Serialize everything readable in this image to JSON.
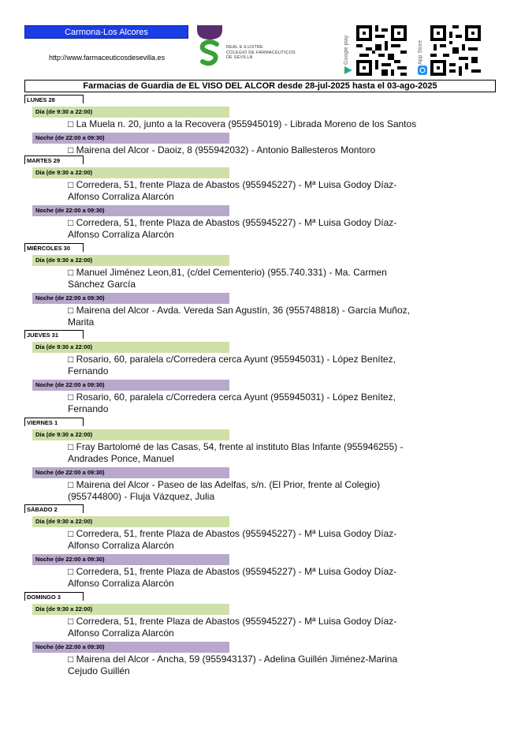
{
  "header": {
    "region": "Carmona-Los Alcores",
    "website": "http://www.farmaceuticosdesevilla.es",
    "logo_lines": [
      "REAL E ILUSTRE",
      "COLEGIO DE FARMACÉUTICOS",
      "DE SEVILLA"
    ],
    "google_play_label": "Google play",
    "app_store_label": "App Store"
  },
  "title": "Farmacias de Guardia de EL VISO DEL ALCOR desde 28-jul-2025 hasta el 03-ago-2025",
  "days": [
    {
      "label": "LUNES 28",
      "day_shift": "Día (de 9:30 a 22:00)",
      "day_lines": [
        "□ La Muela n. 20, junto a la Recovera (955945019) - Librada Moreno de los Santos"
      ],
      "night_shift": "Noche (de 22:00 a 09:30)",
      "night_lines": [
        "□ Mairena del Alcor - Daoiz, 8 (955942032) - Antonio Ballesteros Montoro"
      ]
    },
    {
      "label": "MARTES 29",
      "day_shift": "Día (de 9:30 a 22:00)",
      "day_lines": [
        "□ Corredera, 51, frente Plaza de Abastos (955945227) - Mª Luisa Godoy Díaz-",
        "Alfonso Corraliza Alarcón"
      ],
      "night_shift": "Noche (de 22:00 a 09:30)",
      "night_lines": [
        "□ Corredera, 51, frente Plaza de Abastos (955945227) - Mª Luisa Godoy Díaz-",
        "Alfonso Corraliza Alarcón"
      ]
    },
    {
      "label": "MIÉRCOLES 30",
      "day_shift": "Día (de 9:30 a 22:00)",
      "day_lines": [
        "□ Manuel Jiménez Leon,81, (c/del Cementerio) (955.740.331) - Ma. Carmen",
        "Sánchez García"
      ],
      "night_shift": "Noche (de 22:00 a 09:30)",
      "night_lines": [
        "□ Mairena del Alcor - Avda. Vereda San Agustín, 36 (955748818) - García Muñoz,",
        "Marita"
      ]
    },
    {
      "label": "JUEVES 31",
      "day_shift": "Día (de 9:30 a 22:00)",
      "day_lines": [
        "□ Rosario, 60, paralela c/Corredera cerca Ayunt (955945031) - López Benítez,",
        "Fernando"
      ],
      "night_shift": "Noche (de 22:00 a 09:30)",
      "night_lines": [
        "□ Rosario, 60, paralela c/Corredera cerca Ayunt (955945031) - López Benítez,",
        "Fernando"
      ]
    },
    {
      "label": "VIERNES 1",
      "day_shift": "Día (de 9:30 a 22:00)",
      "day_lines": [
        "□ Fray Bartolomé de las Casas, 54, frente al instituto Blas Infante (955946255) -",
        "Andrades Ponce, Manuel"
      ],
      "night_shift": "Noche (de 22:00 a 09:30)",
      "night_lines": [
        "□ Mairena del Alcor - Paseo de las Adelfas, s/n. (El Prior, frente al Colegio)",
        "(955744800) - Fluja Vázquez, Julia"
      ]
    },
    {
      "label": "SÁBADO 2",
      "day_shift": "Día (de 9:30 a 22:00)",
      "day_lines": [
        "□ Corredera, 51, frente Plaza de Abastos (955945227) - Mª Luisa Godoy Díaz-",
        "Alfonso Corraliza Alarcón"
      ],
      "night_shift": "Noche (de 22:00 a 09:30)",
      "night_lines": [
        "□ Corredera, 51, frente Plaza de Abastos (955945227) - Mª Luisa Godoy Díaz-",
        "Alfonso Corraliza Alarcón"
      ]
    },
    {
      "label": "DOMINGO 3",
      "day_shift": "Día (de 9:30 a 22:00)",
      "day_lines": [
        "□ Corredera, 51, frente Plaza de Abastos (955945227) - Mª Luisa Godoy Díaz-",
        "Alfonso Corraliza Alarcón"
      ],
      "night_shift": "Noche (de 22:00 a 09:30)",
      "night_lines": [
        "□ Mairena del Alcor - Ancha, 59 (955943137) - Adelina Guillén Jiménez-Marina",
        "Cejudo Guillén"
      ]
    }
  ]
}
